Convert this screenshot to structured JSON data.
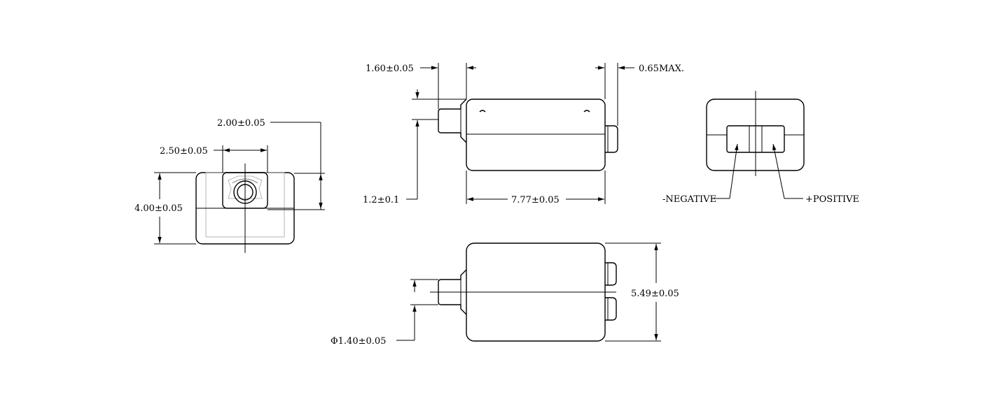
{
  "colors": {
    "line": "#000000",
    "hidden": "#b5b5b5",
    "background": "#ffffff"
  },
  "front_view": {
    "dim_width_200": "2.00±0.05",
    "dim_width_250": "2.50±0.05",
    "dim_height_400": "4.00±0.05"
  },
  "side_view": {
    "dim_160": "1.60±0.05",
    "dim_065": "0.65MAX.",
    "dim_12": "1.2±0.1",
    "dim_777": "7.77±0.05"
  },
  "end_view": {
    "label_negative": "-NEGATIVE",
    "label_positive": "+POSITIVE"
  },
  "top_view": {
    "dim_549": "5.49±0.05",
    "dim_phi140": "Φ1.40±0.05"
  }
}
